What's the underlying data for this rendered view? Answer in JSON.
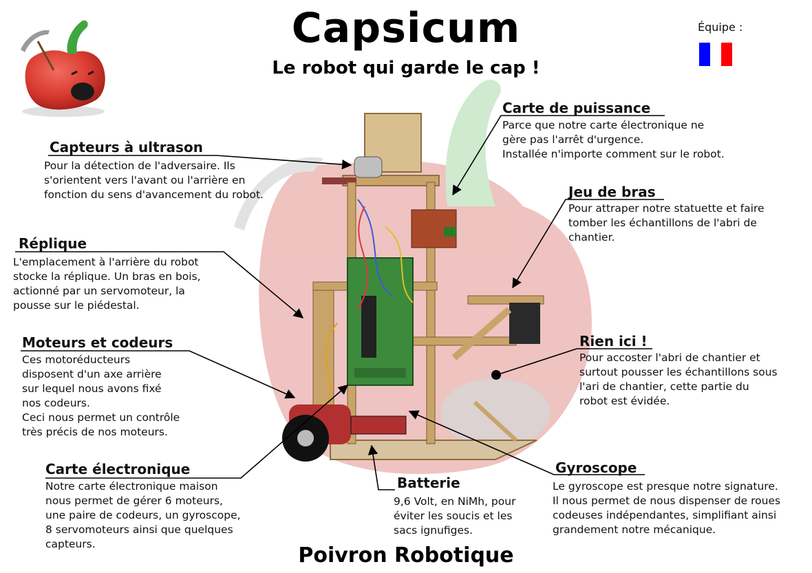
{
  "header": {
    "title": "Capsicum",
    "subtitle": "Le robot qui garde le cap !"
  },
  "team": {
    "label": "Équipe :",
    "flag_colors": [
      "#0000ff",
      "#ffffff",
      "#ff0000"
    ]
  },
  "footer": {
    "text": "Poivron Robotique"
  },
  "colors": {
    "pepper_red": "#d9392f",
    "pepper_stem": "#3fa63f",
    "watermark_red": "#e9b7b4",
    "watermark_green": "#bfe2bf",
    "wood": "#c9a46a",
    "pcb_green": "#3c8a3c"
  },
  "annotations": [
    {
      "id": "capteurs",
      "title": "Capteurs à ultrason",
      "lines": [
        "Pour la détection de l'adversaire. Ils",
        "s'orientent vers l'avant ou l'arrière en",
        "fonction du sens d'avancement du robot."
      ]
    },
    {
      "id": "replique",
      "title": "Réplique",
      "lines": [
        "L'emplacement à l'arrière du robot",
        "stocke la réplique. Un bras en bois,",
        "actionné par un servomoteur, la",
        "pousse sur le piédestal."
      ]
    },
    {
      "id": "moteurs",
      "title": "Moteurs et codeurs",
      "lines": [
        "Ces motoréducteurs",
        "disposent d'un axe arrière",
        "sur lequel nous avons fixé",
        "nos codeurs.",
        "Ceci nous permet un contrôle",
        "très précis de nos moteurs."
      ]
    },
    {
      "id": "carte-elec",
      "title": "Carte électronique",
      "lines": [
        "Notre carte électronique maison",
        "nous permet de gérer 6 moteurs,",
        "une paire de codeurs, un gyroscope,",
        "8 servomoteurs ainsi que quelques",
        "capteurs."
      ]
    },
    {
      "id": "batterie",
      "title": "Batterie",
      "lines": [
        "9,6 Volt, en NiMh, pour",
        "éviter les soucis et les",
        "sacs ignufiges."
      ]
    },
    {
      "id": "gyroscope",
      "title": "Gyroscope",
      "lines": [
        "Le gyroscope est presque notre signature.",
        "Il nous permet de nous dispenser de roues",
        "codeuses indépendantes, simplifiant ainsi",
        "grandement notre mécanique."
      ]
    },
    {
      "id": "rien-ici",
      "title": "Rien ici !",
      "lines": [
        "Pour accoster l'abri de chantier et",
        "surtout pousser les échantillons sous",
        "l'ari de chantier, cette partie du",
        "robot est évidée."
      ]
    },
    {
      "id": "jeu-bras",
      "title": "Jeu de bras",
      "lines": [
        "Pour attraper notre statuette et faire",
        "tomber les échantillons de l'abri de",
        "chantier."
      ]
    },
    {
      "id": "carte-puissance",
      "title": "Carte de puissance",
      "lines": [
        "Parce que notre carte électronique ne",
        "gère pas l'arrêt d'urgence.",
        "Installée n'importe comment sur le robot."
      ]
    }
  ]
}
